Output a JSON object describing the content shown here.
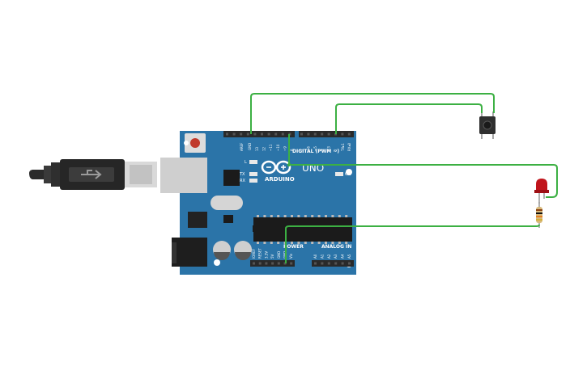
{
  "canvas": {
    "background": "#ffffff"
  },
  "board": {
    "logo_text": "ARDUINO",
    "model_text": "UNO",
    "digital_label": "DIGITAL (PWM ~)",
    "power_label": "POWER",
    "analog_label": "ANALOG IN",
    "on_label": "ON",
    "l_label": "L",
    "tx_label": "TX",
    "rx_label": "RX",
    "tx_pin_label": "TX▸1",
    "rx_pin_label": "RX◂0",
    "aref_label": "AREF",
    "gnd_label": "GND",
    "digital_pins": [
      "13",
      "12",
      "~11",
      "~10",
      "~9",
      "8",
      "7",
      "~6",
      "~5",
      "4",
      "~3",
      "2"
    ],
    "power_pins": [
      "IOREF",
      "RESET",
      "3.3V",
      "5V",
      "GND",
      "GND",
      "Vin"
    ],
    "analog_pins": [
      "A0",
      "A1",
      "A2",
      "A3",
      "A4",
      "A5"
    ],
    "color": "#2b74a8"
  },
  "components": {
    "wire_color": "#3cb043",
    "led_color": "#c0141b",
    "button_color": "#333333"
  }
}
